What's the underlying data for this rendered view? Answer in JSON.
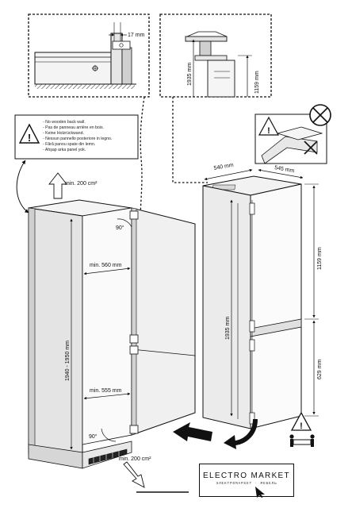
{
  "warning": {
    "lines": [
      "- No wooden back wall.",
      "- Pas de panneau arrière en bois.",
      "- Keine Holzrückwand.",
      "- Nessun pannello posteriore in legno.",
      "- Fără panou spate din lemn.",
      "- Ahşap arka panel yok."
    ]
  },
  "labels": {
    "gap_17": "17 mm",
    "height_1935_top": "1935 mm",
    "height_1159_top": "1159 mm",
    "vent_top": "min. 200 cm²",
    "vent_bottom": "min. 200 cm²",
    "angle_top": "90°",
    "angle_bottom": "90°",
    "width_560": "min. 560 mm",
    "width_555": "min. 555 mm",
    "niche_height": "1940 - 1950 mm",
    "depth_540": "540 mm",
    "depth_545": "545 mm",
    "fridge_height": "1935 mm",
    "fridge_upper": "1159 mm",
    "fridge_lower": "629 mm"
  },
  "brand": {
    "name": "ELECTRO MARKET",
    "tagline": "ЭЛЕКТРОМАРКЕТ · МЕБЕЛЬ"
  },
  "colors": {
    "ink": "#111111",
    "panel": "#f2f2f2",
    "side": "#d9d9d9"
  }
}
